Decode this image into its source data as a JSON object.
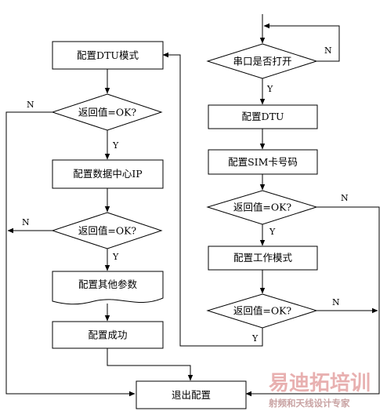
{
  "nodes": {
    "config_dtu_mode": "配置DTU模式",
    "check1": "返回值=OK?",
    "config_data_center_ip": "配置数据中心IP",
    "check2": "返回值=OK?",
    "config_other_params": "配置其他参数",
    "config_success": "配置成功",
    "exit_config": "退出配置",
    "serial_open": "串口是否打开",
    "config_dtu": "配置DTU",
    "config_sim": "配置SIM卡号码",
    "check3": "返回值=OK?",
    "config_work_mode": "配置工作模式",
    "check4": "返回值=OK?"
  },
  "edge_labels": {
    "yes": "Y",
    "no": "N"
  },
  "watermark": {
    "main": "易迪拓培训",
    "sub": "射频和天线设计专家",
    "color": "#e8b0b0"
  }
}
